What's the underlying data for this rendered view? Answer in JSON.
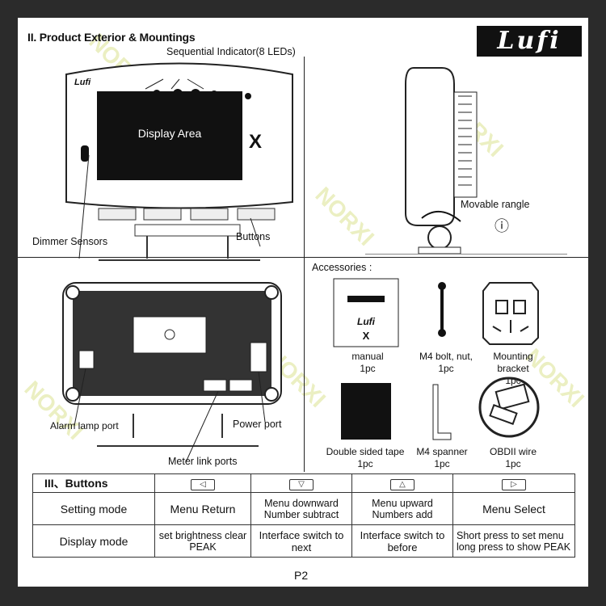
{
  "header": {
    "section_title": "II. Product Exterior & Mountings",
    "logo_text": "Lufi"
  },
  "front_view": {
    "indicator_label": "Sequential Indicator(8 LEDs)",
    "display_label": "Display Area",
    "dimmer_label": "Dimmer Sensors",
    "buttons_label": "Buttons",
    "device_brand": "Lufi",
    "badge": "X"
  },
  "side_view": {
    "rangle_label": "Movable rangle",
    "info_symbol": "ⓘ"
  },
  "back_view": {
    "alarm_label": "Alarm lamp port",
    "power_label": "Power port",
    "meter_label": "Meter link ports"
  },
  "accessories": {
    "title": "Accessories :",
    "items": [
      {
        "name": "manual",
        "qty": "1pc"
      },
      {
        "name": "M4 bolt, nut,",
        "qty": "1pc"
      },
      {
        "name": "Mounting bracket",
        "qty": "1pc"
      },
      {
        "name": "Double sided tape",
        "qty": "1pc"
      },
      {
        "name": "M4 spanner",
        "qty": "1pc"
      },
      {
        "name": "OBDII wire",
        "qty": "1pc"
      }
    ]
  },
  "buttons_table": {
    "title": "III、Buttons",
    "icons": [
      "left",
      "down",
      "up",
      "right"
    ],
    "rows": [
      {
        "mode": "Setting mode",
        "cells": [
          "Menu Return",
          "Menu downward Number subtract",
          "Menu upward Numbers add",
          "Menu Select"
        ]
      },
      {
        "mode": "Display mode",
        "cells": [
          "set brightness clear PEAK",
          "Interface switch to next",
          "Interface switch to before",
          "Short press to set menu long press to show PEAK"
        ]
      }
    ]
  },
  "footer": {
    "page": "P2"
  },
  "watermark_text": "NORXI"
}
